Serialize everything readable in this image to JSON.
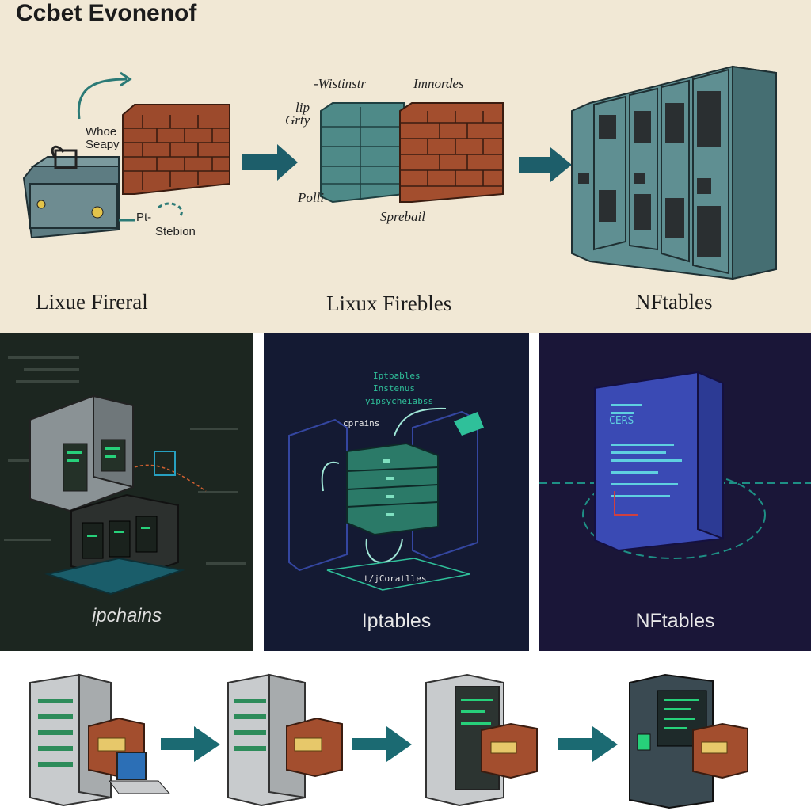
{
  "title": "Ccbet Evonenof",
  "top_row": {
    "labels": [
      "Lixue Fireral",
      "Lixux Firebles",
      "NFtables"
    ],
    "notes": {
      "whoe": "Whoe",
      "seapy": "Seapy",
      "pt": "Pt-",
      "stebion": "Stebion",
      "wistinstr": "-Wistinstr",
      "imnordes": "Imnordes",
      "lip": "lip",
      "grty": "Grty",
      "polli": "Polli",
      "sprebail": "Sprebail"
    }
  },
  "middle_row": {
    "panels": [
      {
        "label": "ipchains",
        "bg": "#1c2620",
        "accent": "#27d07a"
      },
      {
        "label": "Iptables",
        "bg": "#141a33",
        "accent": "#2fc09a",
        "annotations": [
          "Iptbables",
          "Instenus",
          "yipsycheiabss",
          "cprains",
          "t/jCoratlles"
        ]
      },
      {
        "label": "NFtables",
        "bg": "#1a1638",
        "accent": "#3a55c8",
        "screen_text": [
          "CERS"
        ]
      }
    ]
  },
  "bottom_row": {
    "servers": 4,
    "arrow_color": "#1b6a72"
  },
  "colors": {
    "parchment": "#f1e8d5",
    "brick": "#9c4a2c",
    "teal": "#1d5e6a",
    "rack": "#5f8f92"
  }
}
